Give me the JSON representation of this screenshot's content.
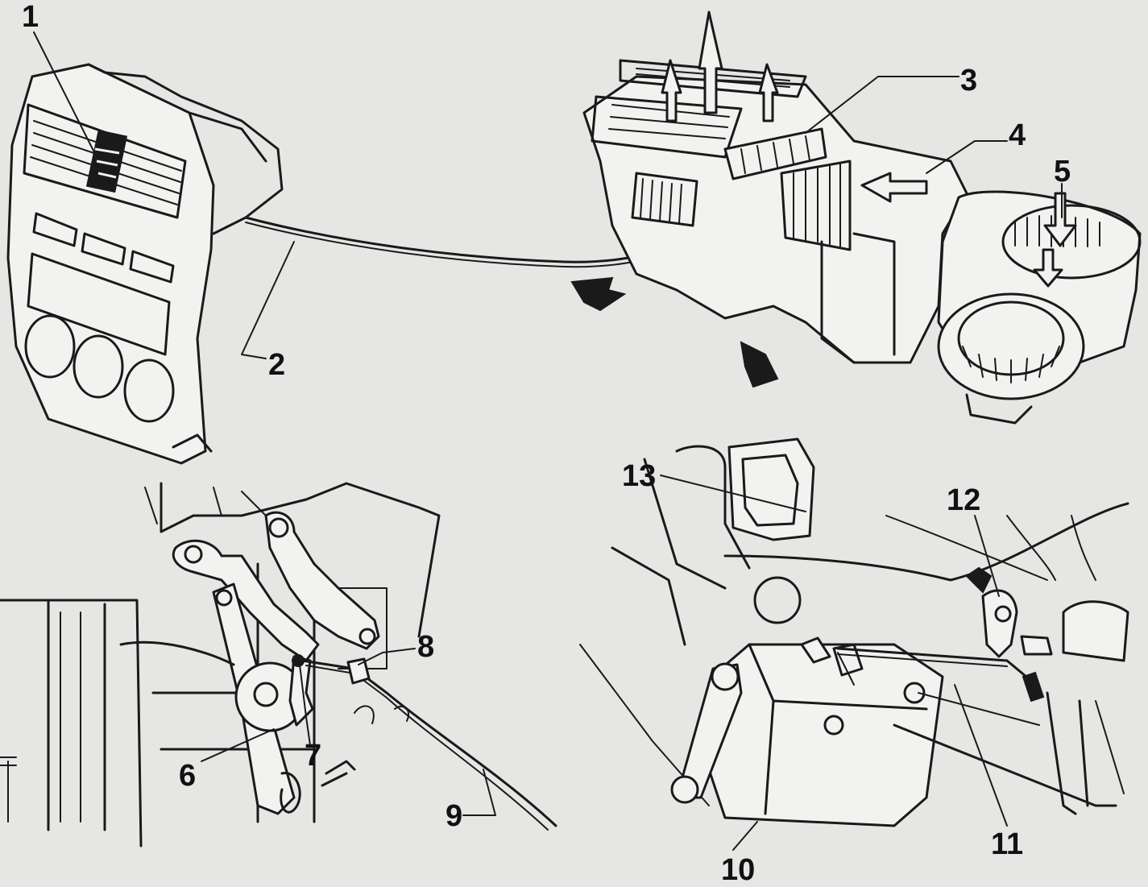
{
  "callouts": {
    "c1": "1",
    "c2": "2",
    "c3": "3",
    "c4": "4",
    "c5": "5",
    "c6": "6",
    "c7": "7",
    "c8": "8",
    "c9": "9",
    "c10": "10",
    "c11": "11",
    "c12": "12",
    "c13": "13"
  },
  "colors": {
    "paper": "#e6e6e4",
    "ink": "#1a1a1a"
  }
}
